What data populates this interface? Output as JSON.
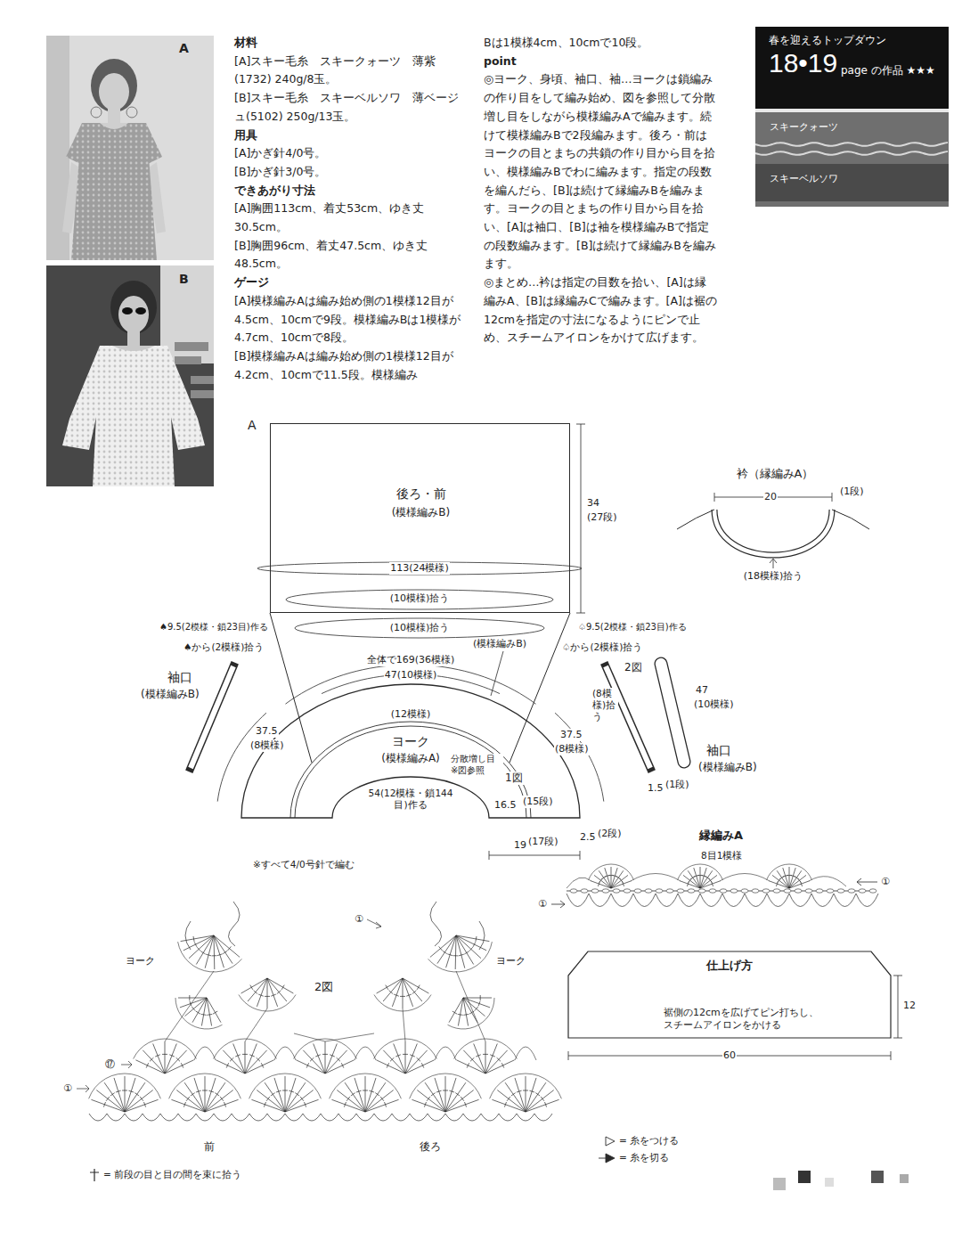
{
  "diagram": {
    "nodes": [
      {
        "text": [
          "春を迎えるトップダウン",
          "18•19",
          "page の作品 ★★★"
        ]
      },
      {
        "text": [
          "スキークォーツ",
          "スキーベルソワ"
        ]
      },
      {
        "text": [
          "後ろ・前",
          "(模様編みB)"
        ]
      },
      {
        "text": [
          "ヨーク",
          "(模様編みA)"
        ]
      },
      {
        "text": [
          "袖口",
          "(模様編みB)"
        ]
      },
      {
        "text": [
          "袖口",
          "(模様編みB)"
        ]
      },
      {
        "text": [
          "衿（縁編みA）"
        ]
      },
      {
        "text": [
          "仕上げ方",
          "裾側の12cmを広げてピン打ちし、 スチームアイロンをかける"
        ]
      }
    ],
    "labels": [
      "材料",
      "[A]スキー毛糸　スキークォーツ　薄紫(1732) 240g/8玉。",
      "[B]スキー毛糸　スキーベルソワ　薄ベージュ(5102) 250g/13玉。",
      "用具",
      "[A]かぎ針4/0号。",
      "[B]かぎ針3/0号。",
      "できあがり寸法",
      "[A]胸囲113cm、着丈53cm、ゆき丈30.5cm。",
      "[B]胸囲96cm、着丈47.5cm、ゆき丈48.5cm。",
      "ゲージ",
      "[A]模様編みAは編み始め側の1模様12目が4.5cm、10cmで9段。模様編みBは1模様が4.7cm、10cmで8段。",
      "[B]模様編みAは編み始め側の1模様12目が4.2cm、10cmで11.5段。模様編み",
      "Bは1模様4cm、10cmで10段。",
      "point",
      "◎ヨーク、身頃、袖口、袖…ヨークは鎖編みの作り目をして編み始め、図を参照して分散増し目をしながら模様編みAで編みます。続けて模様編みBで2段編みます。後ろ・前はヨークの目とまちの共鎖の作り目から目を拾い、模様編みBでわに編みます。指定の段数を編んだら、[B]は続けて縁編みBを編みます。ヨークの目とまちの作り目から目を拾い、[A]は袖口、[B]は袖を模様編みBで指定の段数編みます。[B]は続けて縁編みBを編みます。",
      "◎まとめ…衿は指定の目数を拾い、[A]は縁編みA、[B]は縁編みCで編みます。[A]は裾の12cmを指定の寸法になるようにピンで止め、スチームアイロンをかけて広げます。",
      "A",
      "B",
      "A",
      "34",
      "(27段)",
      "113(24模様)",
      "(10模様)拾う",
      "(10模様)拾う",
      "♠9.5(2模様・鎖23目)作る",
      "♤9.5(2模様・鎖23目)作る",
      "♠から(2模様)拾う",
      "(模様編みB)",
      "全体で169(36模様)",
      "47(10模様)",
      "(12模様)",
      "37.5",
      "(8模様)",
      "37.5",
      "(8模様)",
      "♤から(2模様)拾う",
      "(8模様)拾う",
      "2図",
      "分散増し目 ※図参照",
      "54(12模様・鎖144目)作る",
      "1図",
      "16.5",
      "(15段)",
      "2.5",
      "(2段)",
      "19",
      "(17段)",
      "1.5",
      "(1段)",
      "※すべて4/0号針で編む",
      "20",
      "(1段)",
      "(18模様)拾う",
      "縁編みA",
      "8目1模様",
      "①",
      "①",
      "12",
      "60",
      "ヨーク",
      "ヨーク",
      "2図",
      "①",
      "⑰",
      "①",
      "前",
      "後ろ",
      "47",
      "(10模様)"
    ],
    "legend": [
      {
        "text": "= 糸をつける"
      },
      {
        "text": "= 糸を切る"
      },
      {
        "text": "= 前段の目と目の間を束に拾う"
      }
    ]
  }
}
